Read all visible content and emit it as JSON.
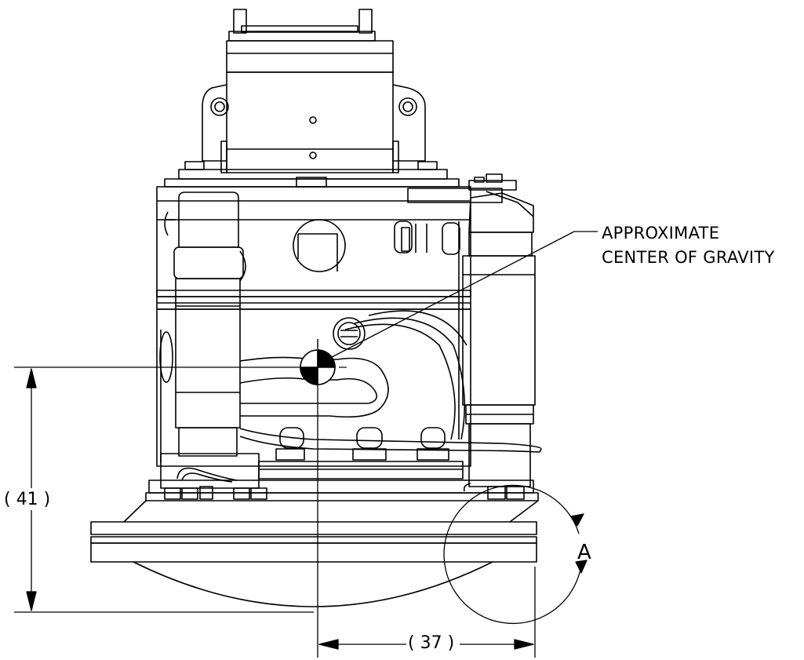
{
  "callout": {
    "line1": "APPROXIMATE",
    "line2": "CENTER OF GRAVITY"
  },
  "dimensions": {
    "vertical": "( 41 )",
    "horizontal": "( 37 )"
  },
  "detail_label": "A"
}
